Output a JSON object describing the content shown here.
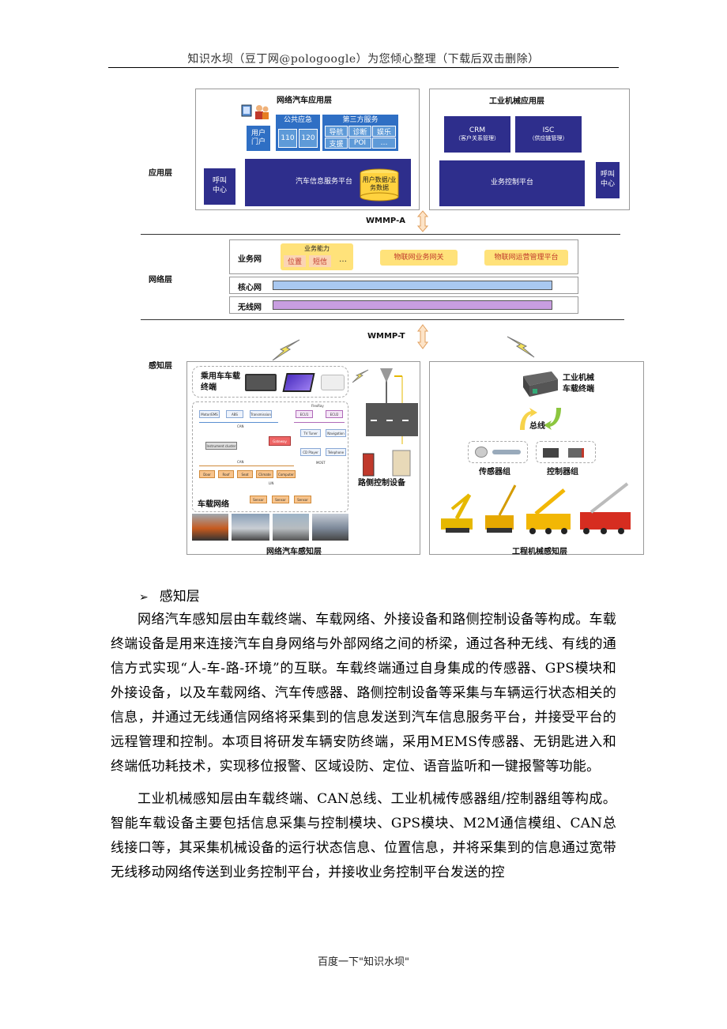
{
  "header": {
    "title": "知识水坝（豆丁网@pologoogle）为您倾心整理（下载后双击删除）"
  },
  "diagram": {
    "layers": {
      "app": "应用层",
      "net": "网络层",
      "sense": "感知层"
    },
    "car_app": {
      "title": "网络汽车应用层",
      "user_portal": "用户门户",
      "public_emergency": "公共应急",
      "num_110": "110",
      "num_120": "120",
      "third_party": "第三方服务",
      "nav": "导航",
      "diag": "诊断",
      "ent": "娱乐",
      "support": "支援",
      "poi": "POI",
      "more": "…",
      "call_center": "呼叫中心",
      "platform": "汽车信息服务平台",
      "db": "用户数据/业务数据"
    },
    "ind_app": {
      "title": "工业机械应用层",
      "crm": "CRM",
      "crm_sub": "（客户关系管理）",
      "isc": "ISC",
      "isc_sub": "（供应链管理）",
      "platform": "业务控制平台",
      "call_center": "呼叫中心"
    },
    "wmmp_a": "WMMP-A",
    "wmmp_t": "WMMP-T",
    "net": {
      "biz_net": "业务网",
      "capability": "业务能力",
      "position": "位置",
      "sms": "短信",
      "more": "…",
      "gateway": "物联网业务网关",
      "ops": "物联网运营管理平台",
      "core": "核心网",
      "wireless": "无线网"
    },
    "car_sense": {
      "terminal": "乘用车车载终端",
      "network": "车载网络",
      "roadside": "路侧控制设备",
      "title": "网络汽车感知层",
      "flexray": "FlexRay",
      "can": "CAN",
      "most": "MOST",
      "lin": "LIN",
      "gateway": "Gateway",
      "nodes_top": [
        "Motor/EMS",
        "ABS",
        "Transmission",
        "ECU1",
        "ECU2"
      ],
      "nodes_mid": [
        "Instrument cluster",
        "TV Tuner",
        "Navigation",
        "CD Player",
        "Telephone"
      ],
      "nodes_can": [
        "Door",
        "Roof",
        "Seat",
        "Climate",
        "Computer"
      ],
      "nodes_lin": [
        "Sensor",
        "Sensor",
        "Sensor"
      ]
    },
    "ind_sense": {
      "terminal": "工业机械车载终端",
      "bus": "总线",
      "sensors": "传感器组",
      "controllers": "控制器组",
      "title": "工程机械感知层"
    }
  },
  "section": {
    "bullet": "➢",
    "heading": "感知层",
    "p1": "网络汽车感知层由车载终端、车载网络、外接设备和路侧控制设备等构成。车载终端设备是用来连接汽车自身网络与外部网络之间的桥梁，通过各种无线、有线的通信方式实现“人-车-路-环境”的互联。车载终端通过自身集成的传感器、GPS模块和外接设备，以及车载网络、汽车传感器、路侧控制设备等采集与车辆运行状态相关的信息，并通过无线通信网络将采集到的信息发送到汽车信息服务平台，并接受平台的远程管理和控制。本项目将研发车辆安防终端，采用MEMS传感器、无钥匙进入和终端低功耗技术，实现移位报警、区域设防、定位、语音监听和一键报警等功能。",
    "p2": "工业机械感知层由车载终端、CAN总线、工业机械传感器组/控制器组等构成。智能车载设备主要包括信息采集与控制模块、GPS模块、M2M通信模组、CAN总线接口等，其采集机械设备的运行状态信息、位置信息，并将采集到的信息通过宽带无线移动网络传送到业务控制平台，并接收业务控制平台发送的控"
  },
  "footer": {
    "text": "百度一下\"知识水坝\""
  }
}
